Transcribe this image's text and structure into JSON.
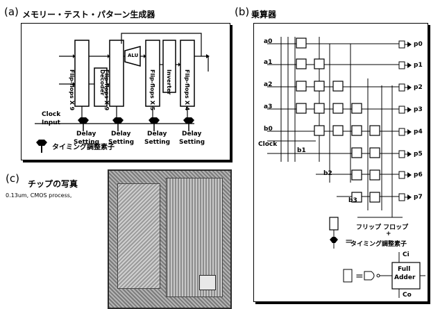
{
  "panel_a": {
    "label": "(a)",
    "title": "メモリー・テスト・パターン生成器",
    "blocks": [
      {
        "text": "Flip-flops X 9"
      },
      {
        "text": "Flip-flops X 9"
      },
      {
        "text": "Decoder"
      },
      {
        "text": "ALU"
      },
      {
        "text": "Flip-flops X 5"
      },
      {
        "text": "Inverter"
      },
      {
        "text": "Flip-flops X 4"
      }
    ],
    "clock_input": [
      "Clock",
      "Input"
    ],
    "delay_settings": [
      {
        "line1": "Delay",
        "line2": "Setting"
      },
      {
        "line1": "Delay",
        "line2": "Setting"
      },
      {
        "line1": "Delay",
        "line2": "Setting"
      },
      {
        "line1": "Delay",
        "line2": "Setting"
      }
    ],
    "legend": "タイミング調整素子"
  },
  "panel_b": {
    "label": "(b)",
    "title": "乗算器",
    "inputs_a": [
      "a0",
      "a1",
      "a2",
      "a3"
    ],
    "inputs_b": [
      "b0",
      "b1",
      "b2",
      "b3"
    ],
    "clock": "Clock",
    "outputs": [
      "p0",
      "p1",
      "p2",
      "p3",
      "p4",
      "p5",
      "p6",
      "p7"
    ],
    "legend_ff_line1": "フリップ フロップ",
    "legend_ff_plus": "+",
    "legend_ff_line2": "タイミング調整素子",
    "full_adder": {
      "ci": "Ci",
      "line1": "Full",
      "line2": "Adder",
      "co": "Co"
    },
    "equals": "="
  },
  "panel_c": {
    "label": "(c)",
    "title": "チップの写真",
    "caption": "0.13um, CMOS process,"
  }
}
